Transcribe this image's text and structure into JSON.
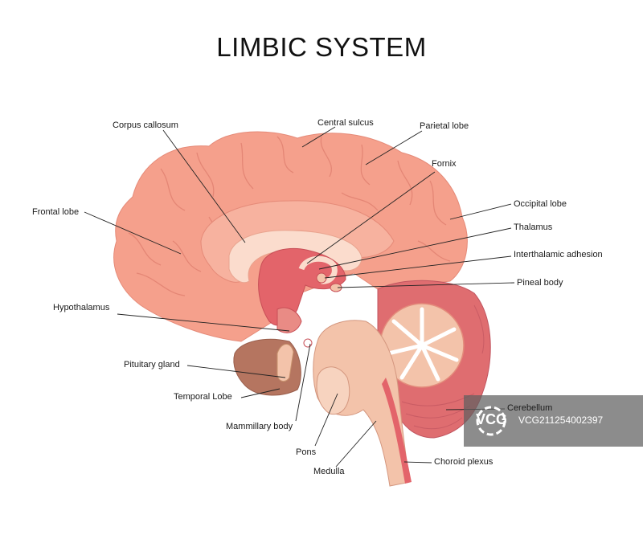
{
  "title": "LIMBIC SYSTEM",
  "labels": {
    "corpus_callosum": "Corpus callosum",
    "central_sulcus": "Central sulcus",
    "parietal_lobe": "Parietal lobe",
    "fornix": "Fornix",
    "frontal_lobe": "Frontal lobe",
    "occipital_lobe": "Occipital lobe",
    "thalamus": "Thalamus",
    "interthalamic_adhesion": "Interthalamic adhesion",
    "pineal_body": "Pineal body",
    "hypothalamus": "Hypothalamus",
    "pituitary_gland": "Pituitary gland",
    "temporal_lobe": "Temporal Lobe",
    "mammillary_body": "Mammillary body",
    "cerebellum": "Cerebellum",
    "pons": "Pons",
    "choroid_plexus": "Choroid plexus",
    "medulla": "Medulla"
  },
  "watermark": {
    "brand": "VCG",
    "text": "VCG211254002397"
  },
  "colors": {
    "cortex": "#f5a08c",
    "cortex_light": "#f9c2b2",
    "corpus_callosum": "#fbdccd",
    "thalamus": "#e3646a",
    "temporal": "#b57560",
    "cerebellum": "#df6d70",
    "brainstem": "#f3c3aa",
    "line": "#222222"
  }
}
